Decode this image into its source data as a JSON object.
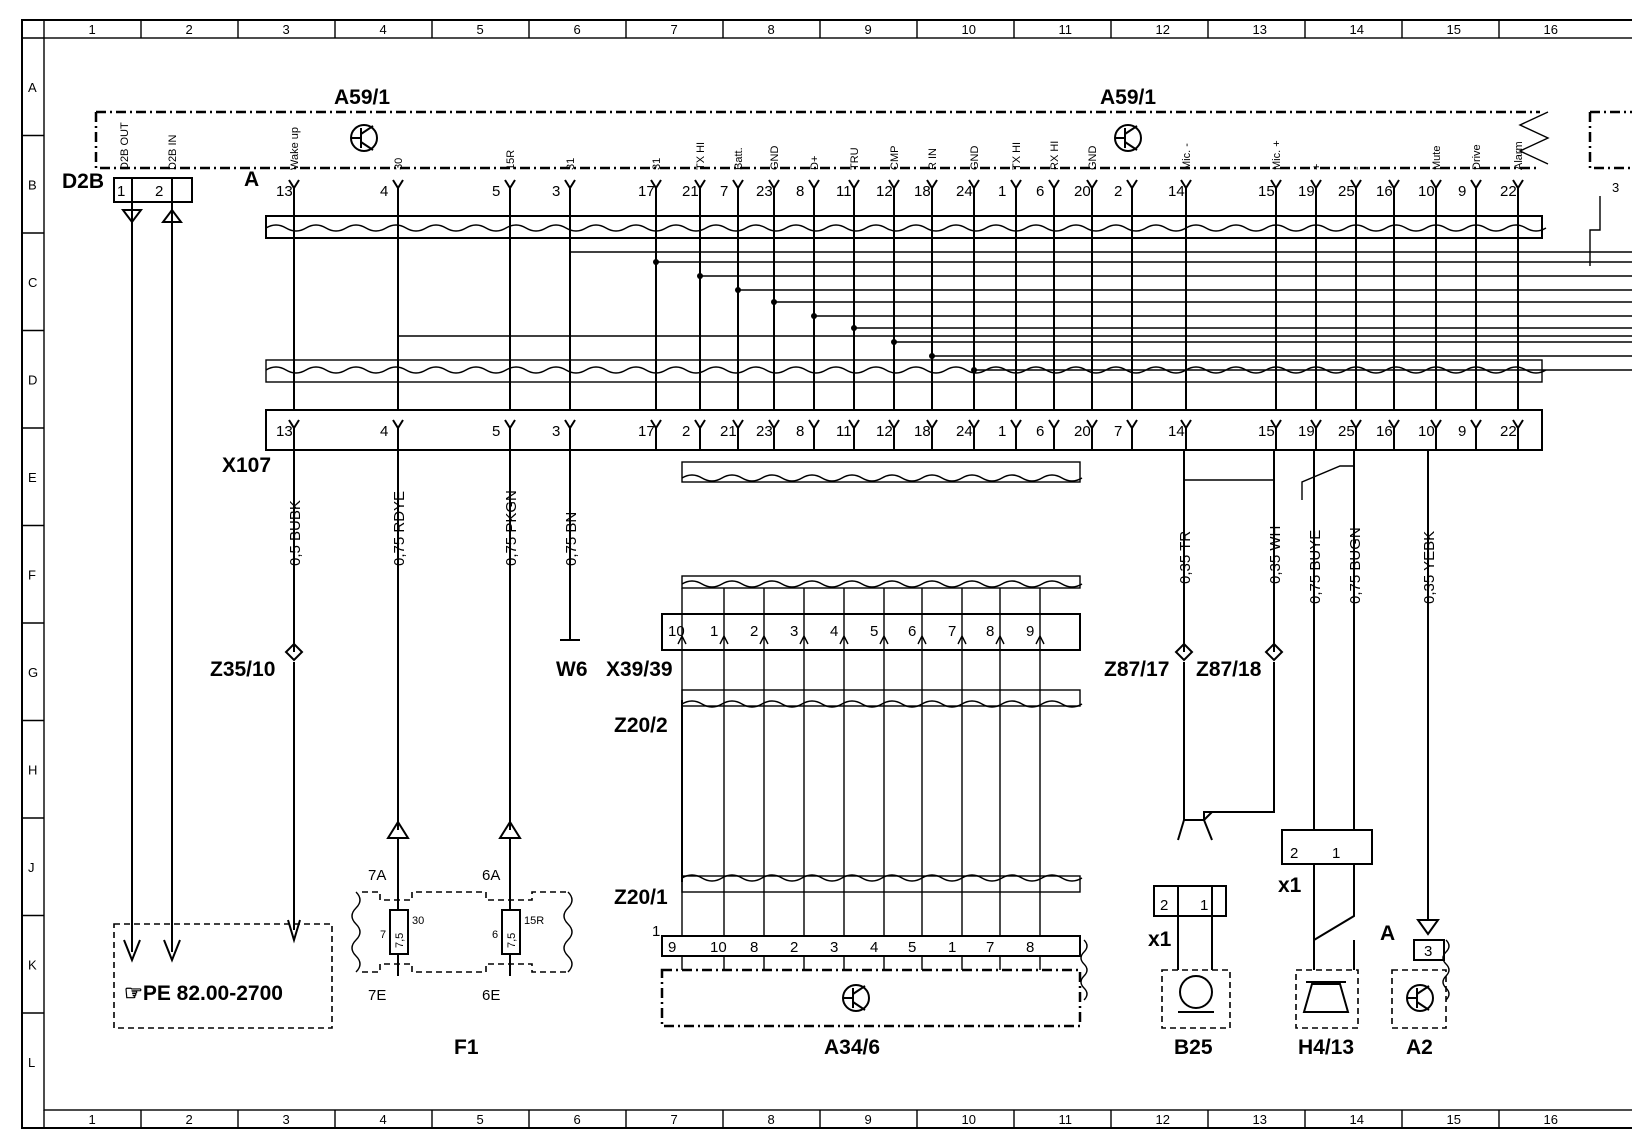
{
  "grid": {
    "columns": [
      "1",
      "2",
      "3",
      "4",
      "5",
      "6",
      "7",
      "8",
      "9",
      "10",
      "11",
      "12",
      "13",
      "14",
      "15",
      "16"
    ],
    "rows": [
      "A",
      "B",
      "C",
      "D",
      "E",
      "F",
      "G",
      "H",
      "J",
      "K",
      "L"
    ]
  },
  "components": {
    "a59_left": "A59/1",
    "a59_right": "A59/1",
    "d2b": "D2B",
    "x107": "X107",
    "x39": "X39/39",
    "z20_2": "Z20/2",
    "z20_1": "Z20/1",
    "z35": "Z35/10",
    "w6": "W6",
    "z87_17": "Z87/17",
    "z87_18": "Z87/18",
    "f1": "F1",
    "a34": "A34/6",
    "b25": "B25",
    "h4": "H4/13",
    "a2": "A2",
    "ref": "☞PE 82.00-2700",
    "conn_a": "A",
    "conn_a2": "A",
    "x1_left": "x1",
    "x1_right": "x1",
    "x39_first": "1"
  },
  "a59_pins": [
    {
      "signal": "Wake up",
      "pin": "13",
      "bottom": "13"
    },
    {
      "signal": "30",
      "pin": "4",
      "bottom": "4"
    },
    {
      "signal": "15R",
      "pin": "5",
      "bottom": "5"
    },
    {
      "signal": "31",
      "pin": "3",
      "bottom": "3"
    },
    {
      "signal": "31",
      "pin": "17",
      "bottom": "17"
    },
    {
      "signal": "TX HI",
      "pin": "21",
      "bottom": "2"
    },
    {
      "signal": "Batt.",
      "pin": "7",
      "bottom": "21"
    },
    {
      "signal": "GND",
      "pin": "23",
      "bottom": "23"
    },
    {
      "signal": "D+",
      "pin": "8",
      "bottom": "8"
    },
    {
      "signal": "TRU",
      "pin": "11",
      "bottom": "11"
    },
    {
      "signal": "CMP",
      "pin": "12",
      "bottom": "12"
    },
    {
      "signal": "R IN",
      "pin": "18",
      "bottom": "18"
    },
    {
      "signal": "GND",
      "pin": "24",
      "bottom": "24"
    },
    {
      "signal": "TX HI",
      "pin": "1",
      "bottom": "1"
    },
    {
      "signal": "RX HI",
      "pin": "6",
      "bottom": "6"
    },
    {
      "signal": "GND",
      "pin": "20",
      "bottom": "20"
    },
    {
      "signal": "",
      "pin": "2",
      "bottom": "7"
    },
    {
      "signal": "Mic. -",
      "pin": "14",
      "bottom": "14"
    },
    {
      "signal": "Mic. +",
      "pin": "15",
      "bottom": "15"
    },
    {
      "signal": "+",
      "pin": "19",
      "bottom": "19"
    },
    {
      "signal": "-",
      "pin": "25",
      "bottom": "25"
    },
    {
      "signal": "",
      "pin": "16",
      "bottom": "16"
    },
    {
      "signal": "Mute",
      "pin": "10",
      "bottom": "10"
    },
    {
      "signal": "Drive",
      "pin": "9",
      "bottom": "9"
    },
    {
      "signal": "Alarm",
      "pin": "22",
      "bottom": "22"
    }
  ],
  "d2b_pins": [
    {
      "signal": "D2B OUT",
      "pin": "1"
    },
    {
      "signal": "D2B IN",
      "pin": "2"
    }
  ],
  "right_stub_pin": "3",
  "wires": [
    {
      "label": "0,5 BUBK"
    },
    {
      "label": "0,75 RDYE"
    },
    {
      "label": "0,75 PKGN"
    },
    {
      "label": "0,75 BN"
    },
    {
      "label": "0,35 TR"
    },
    {
      "label": "0,35 WH"
    },
    {
      "label": "0,75 BUYE"
    },
    {
      "label": "0,75 BUGN"
    },
    {
      "label": "0,35 YEBK"
    }
  ],
  "x39_pins": [
    "10",
    "1",
    "2",
    "3",
    "4",
    "5",
    "6",
    "7",
    "8",
    "9"
  ],
  "a34_pins": [
    "9",
    "10",
    "8",
    "2",
    "3",
    "4",
    "5",
    "1",
    "7",
    "8"
  ],
  "fuse": {
    "left_top": "7A",
    "left_bottom": "7E",
    "left_pin": "7",
    "left_value": "7,5",
    "left_term": "30",
    "right_top": "6A",
    "right_bottom": "6E",
    "right_pin": "6",
    "right_value": "7,5",
    "right_term": "15R"
  },
  "plug_x1_left": [
    "2",
    "1"
  ],
  "plug_x1_right": [
    "2",
    "1"
  ],
  "a2_pin": "3"
}
